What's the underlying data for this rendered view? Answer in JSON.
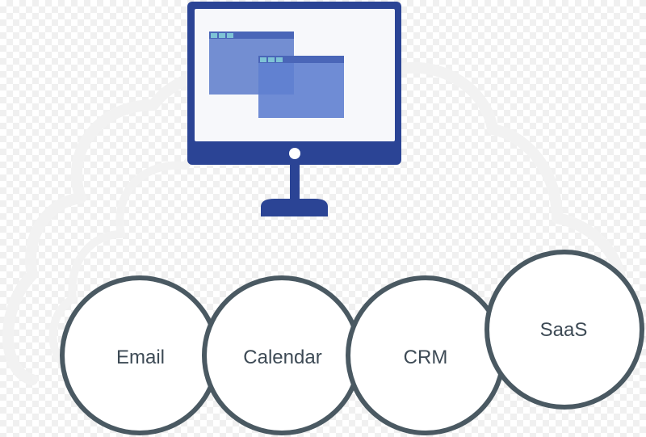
{
  "diagram": {
    "services": [
      {
        "label": "Email"
      },
      {
        "label": "Calendar"
      },
      {
        "label": "CRM"
      },
      {
        "label": "SaaS"
      }
    ],
    "colors": {
      "monitor": "#2b4495",
      "window": "#6b88d0",
      "window_bar": "#4a66b8",
      "window_button": "#7ec3d6",
      "circle_stroke": "#4a5962",
      "circle_fill": "#ffffff",
      "cloud_stroke": "#f2f2f2"
    },
    "icons": {
      "monitor": "desktop-monitor-icon",
      "cloud": "cloud-outline-icon"
    }
  }
}
